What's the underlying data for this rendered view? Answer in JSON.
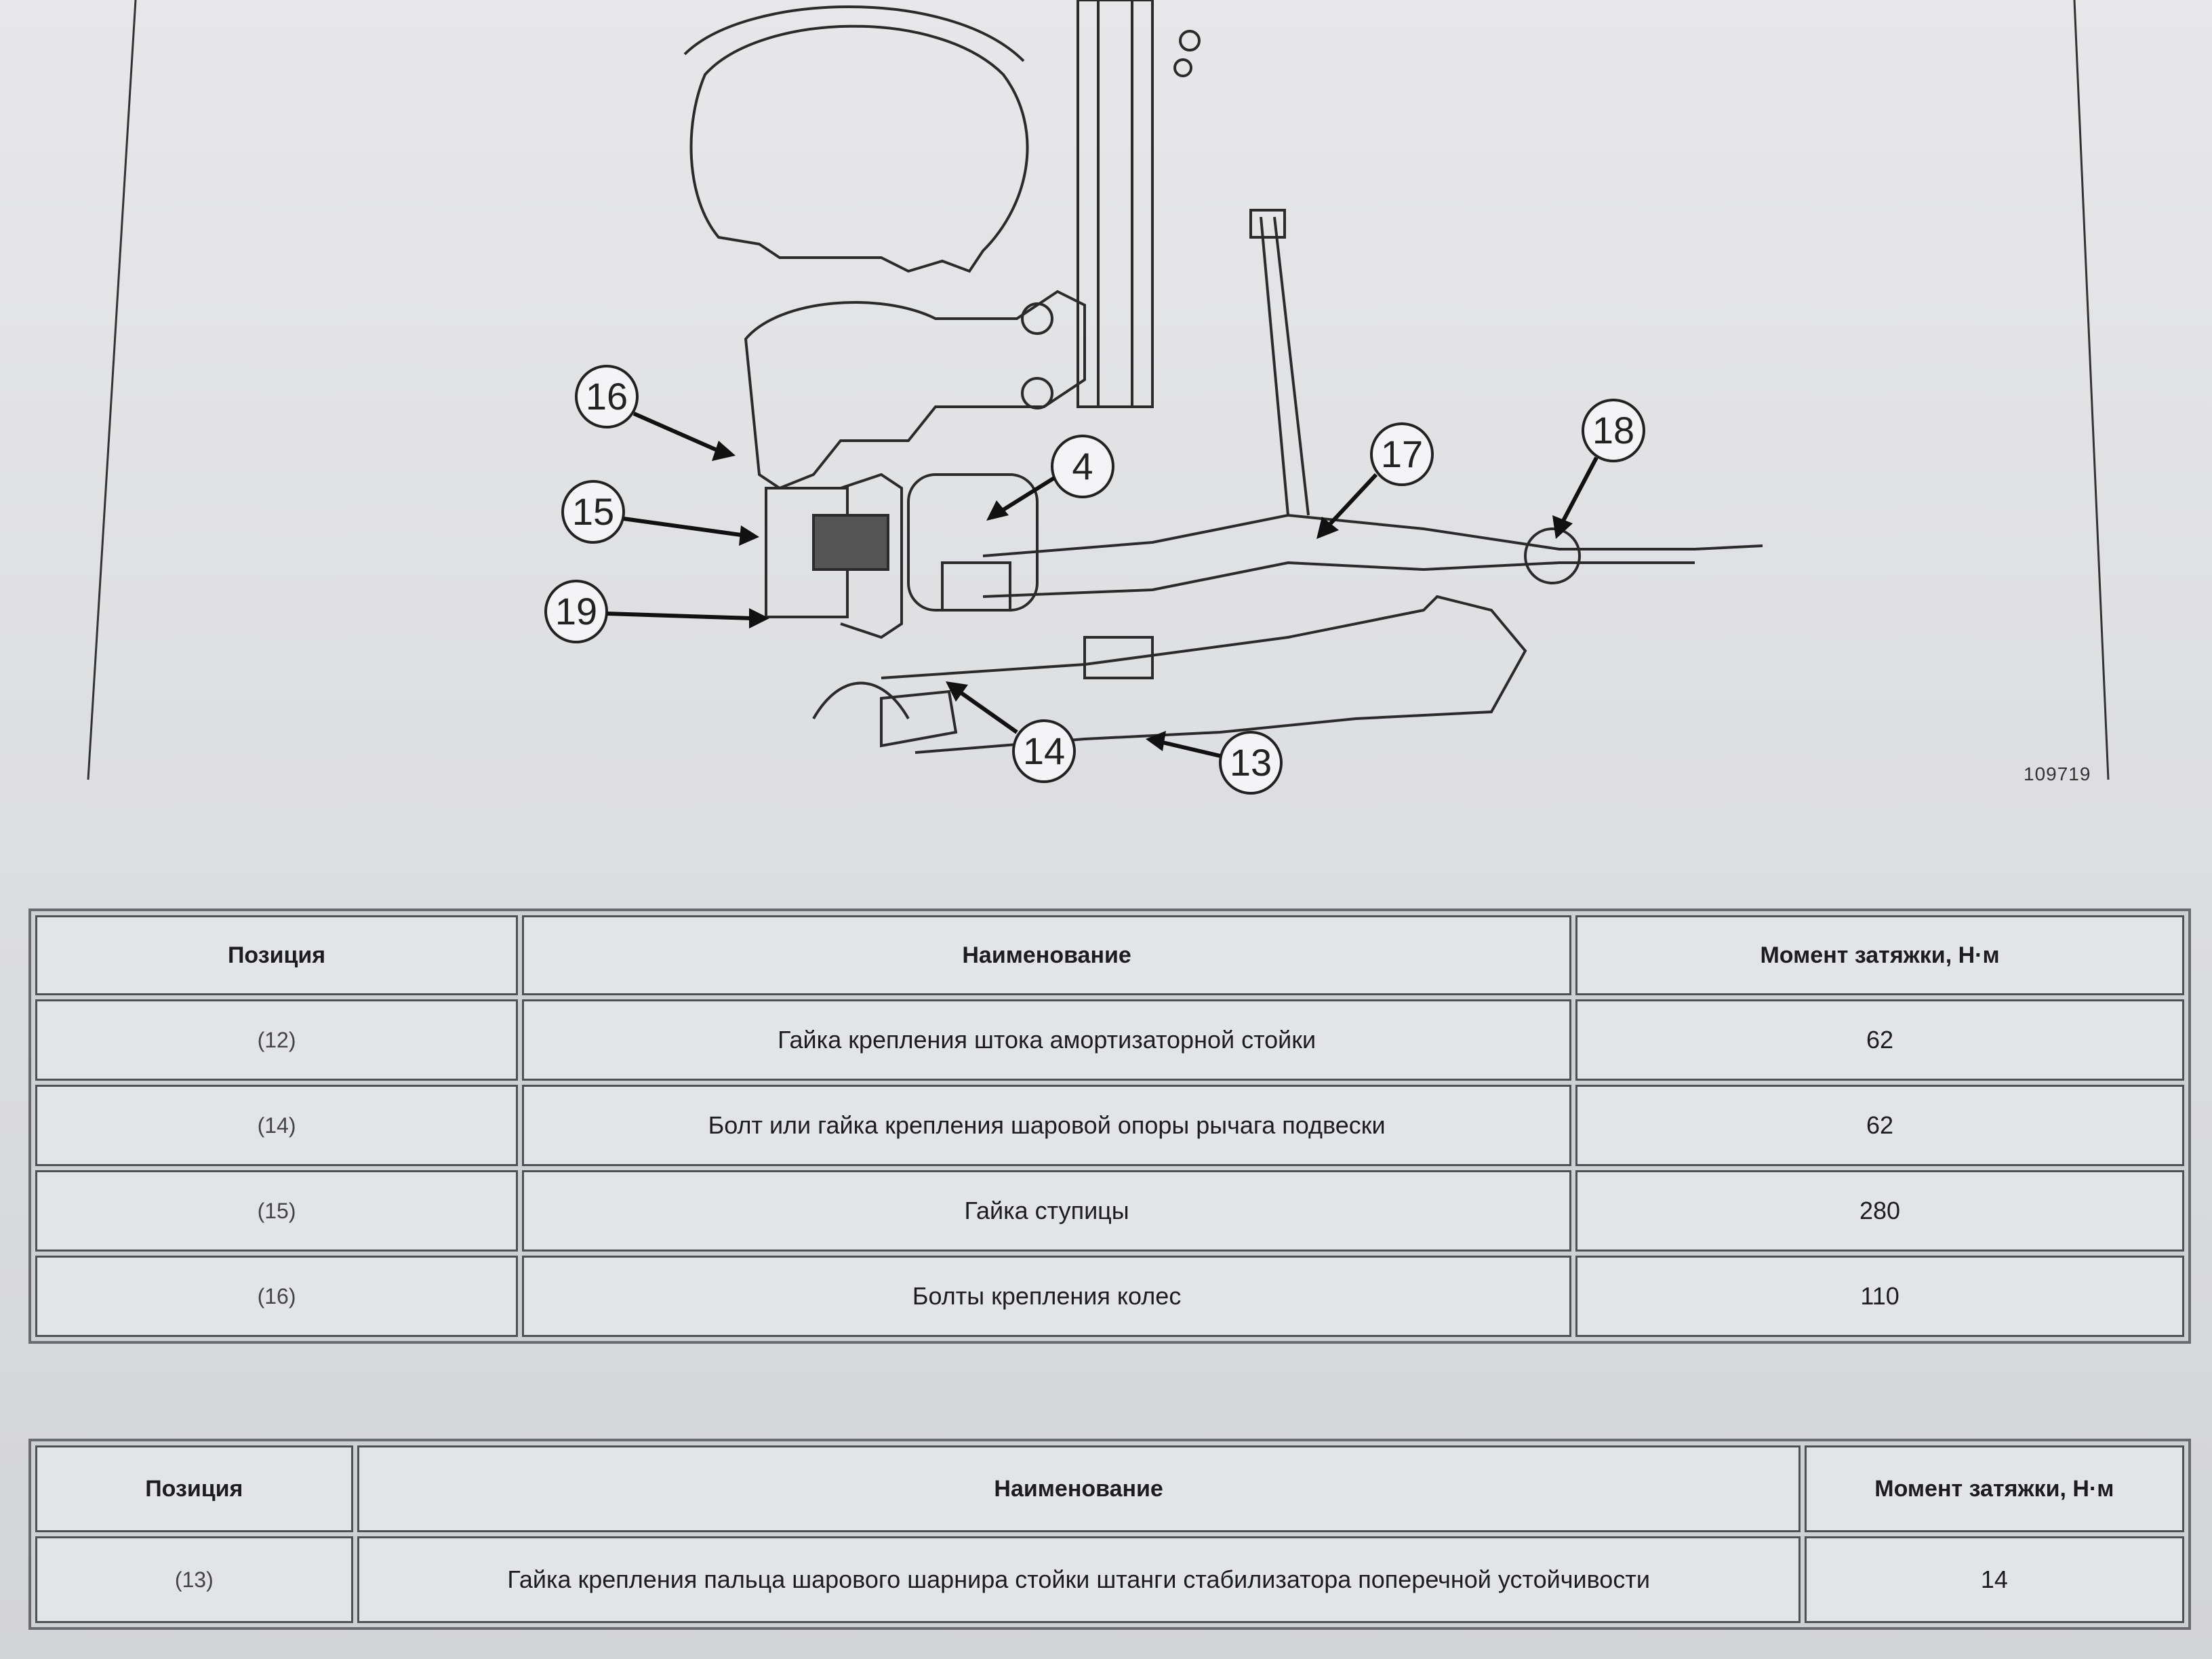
{
  "figure": {
    "number": "109719",
    "callouts": [
      "16",
      "15",
      "19",
      "4",
      "17",
      "18",
      "14",
      "13"
    ]
  },
  "table1": {
    "headers": [
      "Позиция",
      "Наименование",
      "Момент затяжки, Н·м"
    ],
    "rows": [
      {
        "position": "(12)",
        "name": "Гайка крепления штока амортизаторной стойки",
        "torque": "62"
      },
      {
        "position": "(14)",
        "name": "Болт или гайка крепления шаровой опоры рычага подвески",
        "torque": "62"
      },
      {
        "position": "(15)",
        "name": "Гайка ступицы",
        "torque": "280"
      },
      {
        "position": "(16)",
        "name": "Болты крепления колес",
        "torque": "110"
      }
    ]
  },
  "table2": {
    "headers": [
      "Позиция",
      "Наименование",
      "Момент затяжки, Н·м"
    ],
    "rows": [
      {
        "position": "(13)",
        "name": "Гайка крепления пальца шарового шарнира стойки штанги стабилизатора поперечной устойчивости",
        "torque": "14"
      }
    ]
  }
}
